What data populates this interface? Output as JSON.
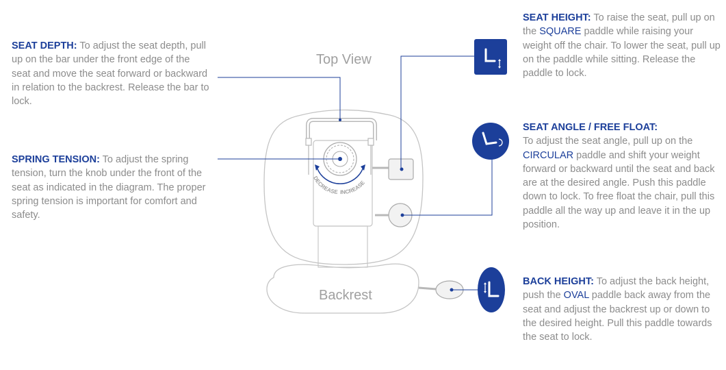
{
  "diagram": {
    "top_view_label": "Top View",
    "backrest_label": "Backrest",
    "decrease_label": "DECREASE",
    "increase_label": "INCREASE",
    "accent_color": "#1c3f9a",
    "icons": [
      "seat-height-icon",
      "seat-angle-icon",
      "back-height-icon"
    ]
  },
  "seat_depth": {
    "heading": "SEAT DEPTH:",
    "text": " To adjust the seat depth, pull up on the bar under the front edge of the seat and move the seat forward or backward in relation to the backrest. Release the bar to lock."
  },
  "spring_tension": {
    "heading": "SPRING TENSION:",
    "text": " To adjust the spring tension, turn the knob under the front of the seat as indicated in the diagram. The proper spring tension is important for comfort and safety."
  },
  "seat_height": {
    "heading": "SEAT HEIGHT:",
    "text_a": " To raise the seat, pull up on the ",
    "keyword": "SQUARE",
    "text_b": " paddle while raising your weight off the chair. To lower the seat, pull up on the paddle while sitting. Release the paddle to lock."
  },
  "seat_angle": {
    "heading": "SEAT ANGLE / FREE FLOAT:",
    "text_a": " To adjust the seat angle, pull up on the ",
    "keyword": "CIRCULAR",
    "text_b": " paddle and shift your weight forward or backward until the seat and back are at the desired angle. Push this paddle down to lock. To free float the chair, pull this paddle all the way up and leave it in the up position."
  },
  "back_height": {
    "heading": "BACK HEIGHT:",
    "text_a": " To adjust the back height, push the ",
    "keyword": "OVAL",
    "text_b": " paddle back away from the seat and adjust the backrest up or down to the desired height. Pull this paddle towards the seat to lock."
  }
}
